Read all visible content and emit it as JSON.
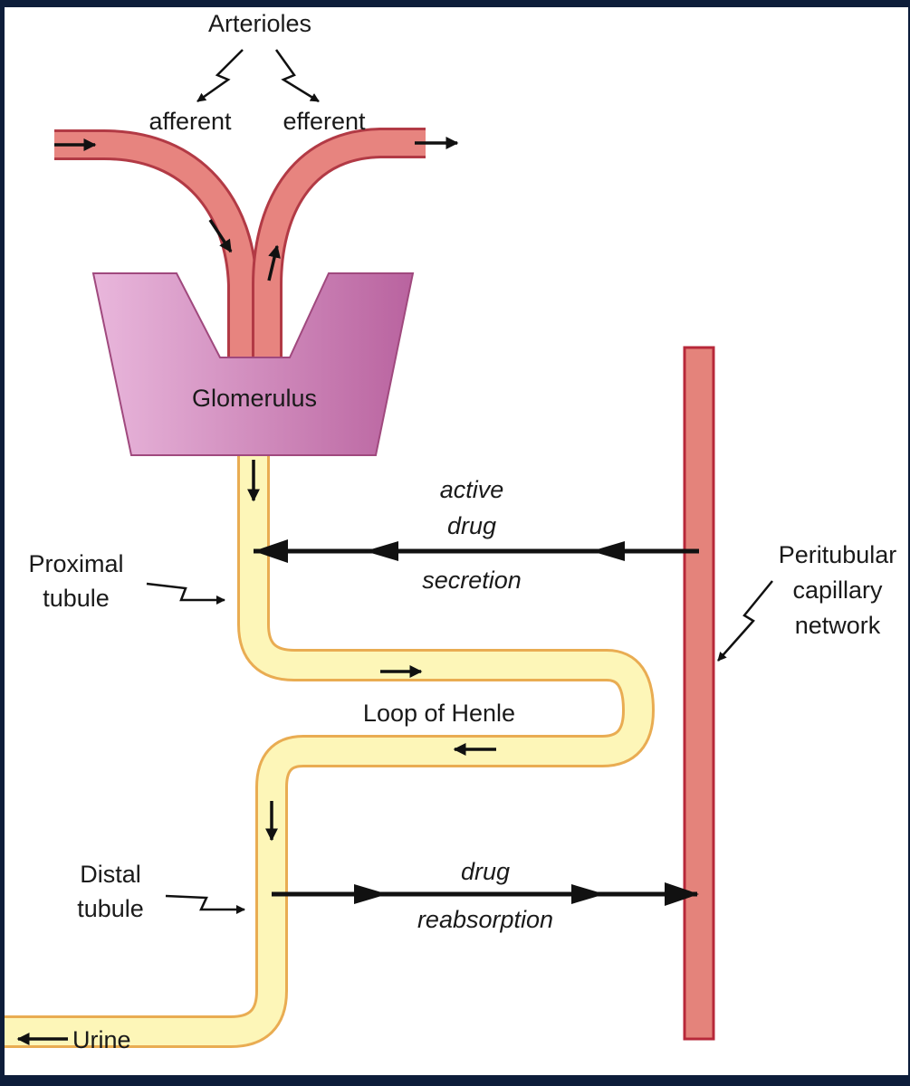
{
  "labels": {
    "arterioles": "Arterioles",
    "afferent": "afferent",
    "efferent": "efferent",
    "glomerulus": "Glomerulus",
    "proximal_line1": "Proximal",
    "proximal_line2": "tubule",
    "active": "active",
    "drug_secretion_word": "drug",
    "secretion": "secretion",
    "peritubular_line1": "Peritubular",
    "peritubular_line2": "capillary",
    "peritubular_line3": "network",
    "loop_of_henle": "Loop of Henle",
    "distal_line1": "Distal",
    "distal_line2": "tubule",
    "drug_reabsorption_word": "drug",
    "reabsorption": "reabsorption",
    "urine": "Urine"
  },
  "colors": {
    "frame_bg": "#0d1d3a",
    "panel_bg": "#ffffff",
    "arteriole_fill": "#e7847f",
    "arteriole_stroke": "#b23a45",
    "glomerulus_fill": "#d79ac9",
    "glomerulus_stroke": "#a0497e",
    "tubule_fill": "#fdf6b8",
    "tubule_stroke": "#e9ac52",
    "capillary_fill": "#e4837b",
    "capillary_stroke": "#b7283a",
    "arrow": "#111111"
  }
}
